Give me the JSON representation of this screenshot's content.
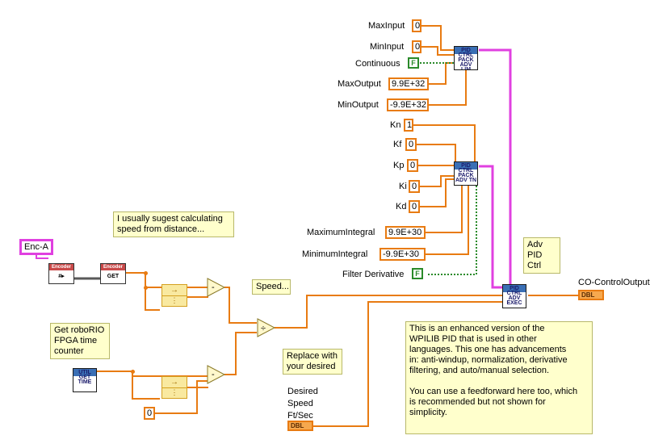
{
  "controls": {
    "max_input": {
      "label": "MaxInput",
      "value": "0"
    },
    "min_input": {
      "label": "MinInput",
      "value": "0"
    },
    "continuous": {
      "label": "Continuous",
      "value": "F"
    },
    "max_output": {
      "label": "MaxOutput",
      "value": "9.9E+32"
    },
    "min_output": {
      "label": "MinOutput",
      "value": "-9.9E+32"
    },
    "kn": {
      "label": "Kn",
      "value": "1"
    },
    "kf": {
      "label": "Kf",
      "value": "0"
    },
    "kp": {
      "label": "Kp",
      "value": "0"
    },
    "ki": {
      "label": "Ki",
      "value": "0"
    },
    "kd": {
      "label": "Kd",
      "value": "0"
    },
    "maximum_integral": {
      "label": "MaximumIntegral",
      "value": "9.9E+30"
    },
    "minimum_integral": {
      "label": "MinimumIntegral",
      "value": "-9.9E+30"
    },
    "filter_derivative": {
      "label": "Filter Derivative",
      "value": "F"
    },
    "time_const": {
      "value": "0"
    }
  },
  "vis": {
    "pid_adv_limits": "PID CTRL PACK ADV LIM",
    "pid_adv_tuning": "PID CTRL PACK ADV TN",
    "pid_adv_exec": "PID CTRL ADV EXEC",
    "get_time": "UTIL GET TIME"
  },
  "encoder": {
    "name": "Enc-A",
    "header": "Encoder",
    "get_label": "GET"
  },
  "labels": {
    "speed": "Speed...",
    "adv_pid_ctrl": "Adv PID\nCtrl",
    "co_output": "CO-ControlOutput",
    "desired_speed": "Desired\nSpeed\nFt/Sec"
  },
  "terminals": {
    "output_type": "DBL",
    "input_type": "DBL"
  },
  "notes": {
    "distance": "I usually sugest calculating\nspeed from distance...",
    "fpga_time": "Get roboRIO\nFPGA time\ncounter",
    "replace": "Replace with\nyour desired",
    "description": "This is an enhanced version of the\nWPILIB PID that is used in other\nlanguages.  This one has advancements\nin: anti-windup, normalization, derivative\nfiltering, and auto/manual selection.\n\nYou can use a feedforward here too, which\nis recommended but not shown for\nsimplicity."
  },
  "colors": {
    "numeric_wire": "#e87b12",
    "cluster_wire": "#e040e0",
    "boolean_wire": "#2a8a2a",
    "note_bg": "#ffffcc"
  }
}
